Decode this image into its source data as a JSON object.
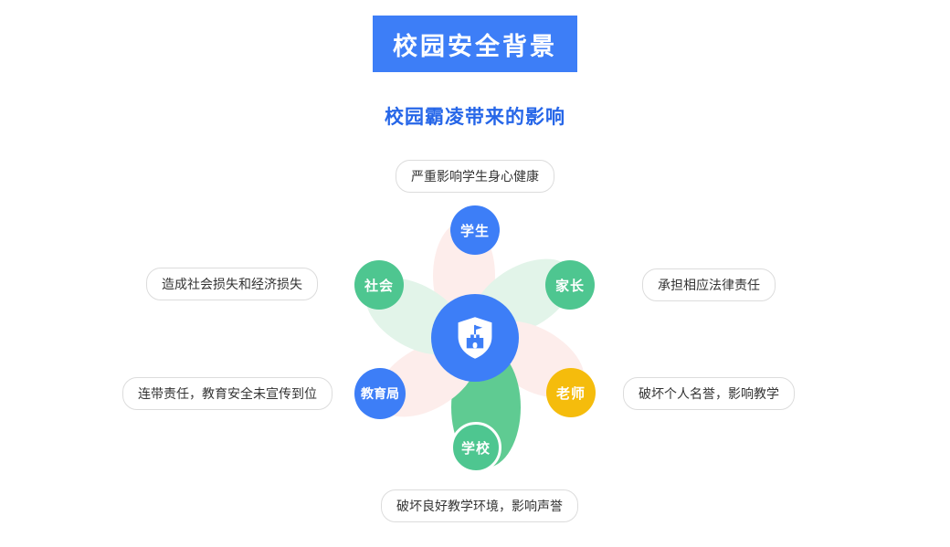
{
  "page": {
    "header": "校园安全背景",
    "subtitle": "校园霸凌带来的影响"
  },
  "colors": {
    "banner_blue": "#3D7EF7",
    "subtitle_blue": "#2666E8",
    "node_blue": "#3D7EF7",
    "node_green": "#4EC690",
    "node_yellow": "#F5BC0C",
    "petal_light_green": "#E2F4E9",
    "petal_light_pink": "#FDEDEB",
    "petal_solid_green": "#5FCB92"
  },
  "diagram": {
    "center_icon": "shield-castle-icon",
    "nodes": [
      {
        "label": "学生",
        "color": "blue",
        "effect": "严重影响学生身心健康"
      },
      {
        "label": "家长",
        "color": "green",
        "effect": "承担相应法律责任"
      },
      {
        "label": "老师",
        "color": "yellow",
        "effect": "破坏个人名誉，影响教学"
      },
      {
        "label": "学校",
        "color": "green",
        "effect": "破坏良好教学环境，影响声誉"
      },
      {
        "label": "教育局",
        "color": "blue",
        "effect": "连带责任，教育安全未宣传到位"
      },
      {
        "label": "社会",
        "color": "green",
        "effect": "造成社会损失和经济损失"
      }
    ]
  }
}
